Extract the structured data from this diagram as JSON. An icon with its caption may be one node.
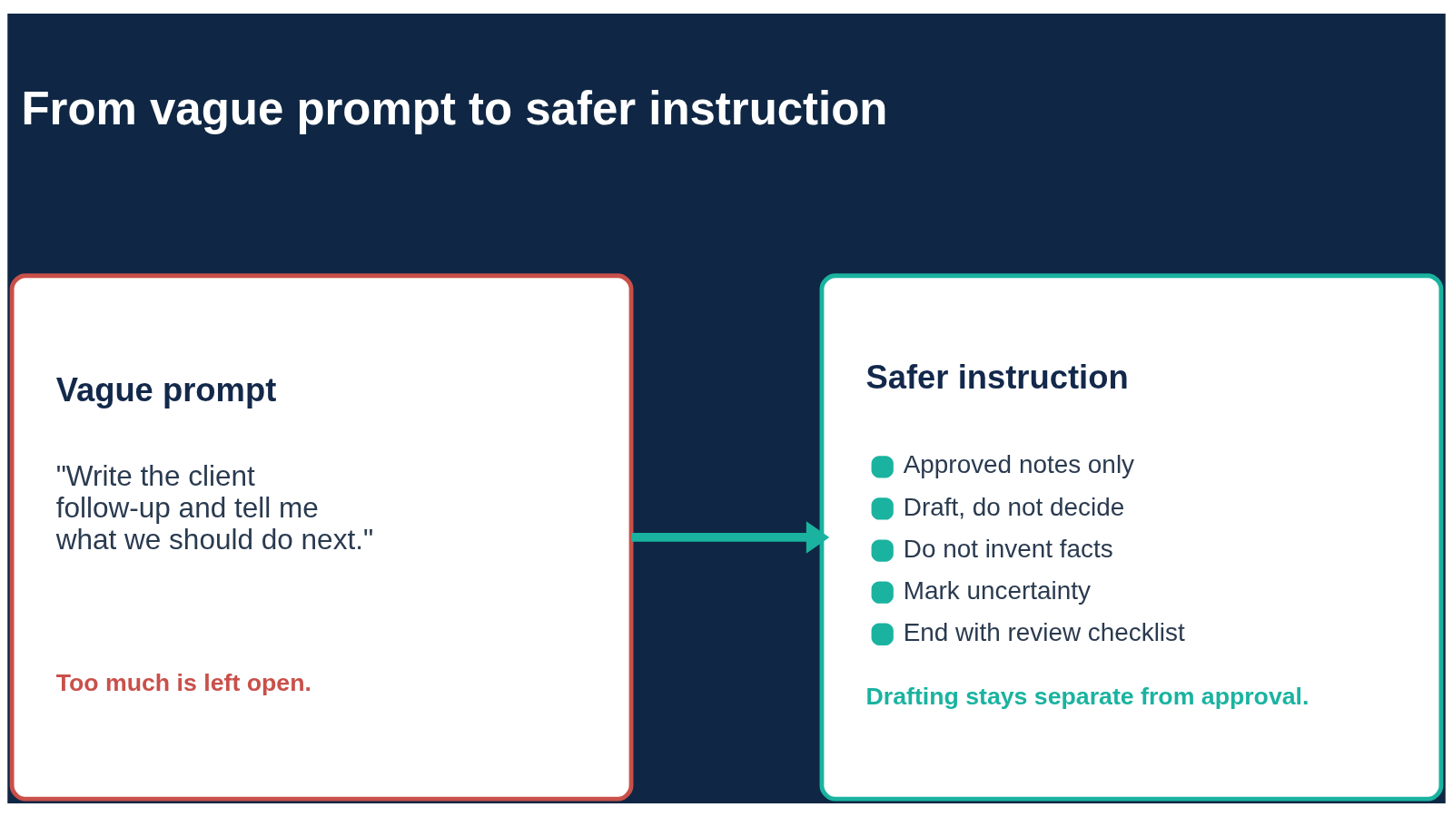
{
  "diagram": {
    "title": "From vague prompt to safer instruction",
    "nodes": [
      {
        "text": [
          "Vague prompt",
          "\"Write the client follow-up and tell me what we should do next.\"",
          "Too much is left open."
        ]
      },
      {
        "text": [
          "Safer instruction",
          "Approved notes only",
          "Draft, do not decide",
          "Do not invent facts",
          "Mark uncertainty",
          "End with review checklist",
          "Drafting stays separate from approval."
        ]
      }
    ],
    "edges": [
      {
        "from": 0,
        "to": 1,
        "arrow": "to"
      }
    ]
  }
}
